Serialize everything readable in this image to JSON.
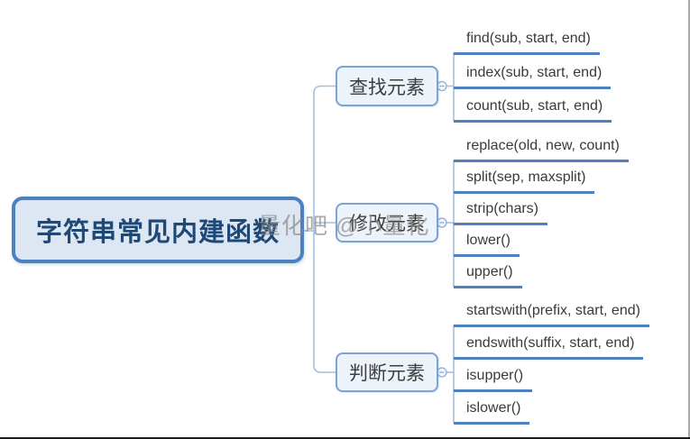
{
  "root": {
    "label": "字符串常见内建函数"
  },
  "branches": [
    {
      "label": "查找元素",
      "leaves": [
        "find(sub, start, end)",
        "index(sub, start, end)",
        "count(sub, start, end)"
      ]
    },
    {
      "label": "修改元素",
      "leaves": [
        "replace(old, new, count)",
        "split(sep, maxsplit)",
        "strip(chars)",
        "lower()",
        "upper()"
      ]
    },
    {
      "label": "判断元素",
      "leaves": [
        "startswith(prefix, start, end)",
        "endswith(suffix, start, end)",
        "isupper()",
        "islower()"
      ]
    }
  ],
  "watermark": "量化吧 @小量化",
  "colors": {
    "root_border": "#4c80c0",
    "root_fill": "#dce7f3",
    "root_text": "#1e4976",
    "branch_border": "#7ba3d6",
    "branch_fill": "#edf3fa",
    "leaf_underline": "#4e81bd",
    "connector_line": "#a3c0e0",
    "leaf_text": "#3a3a3a",
    "watermark_text": "#8a8a8a"
  }
}
